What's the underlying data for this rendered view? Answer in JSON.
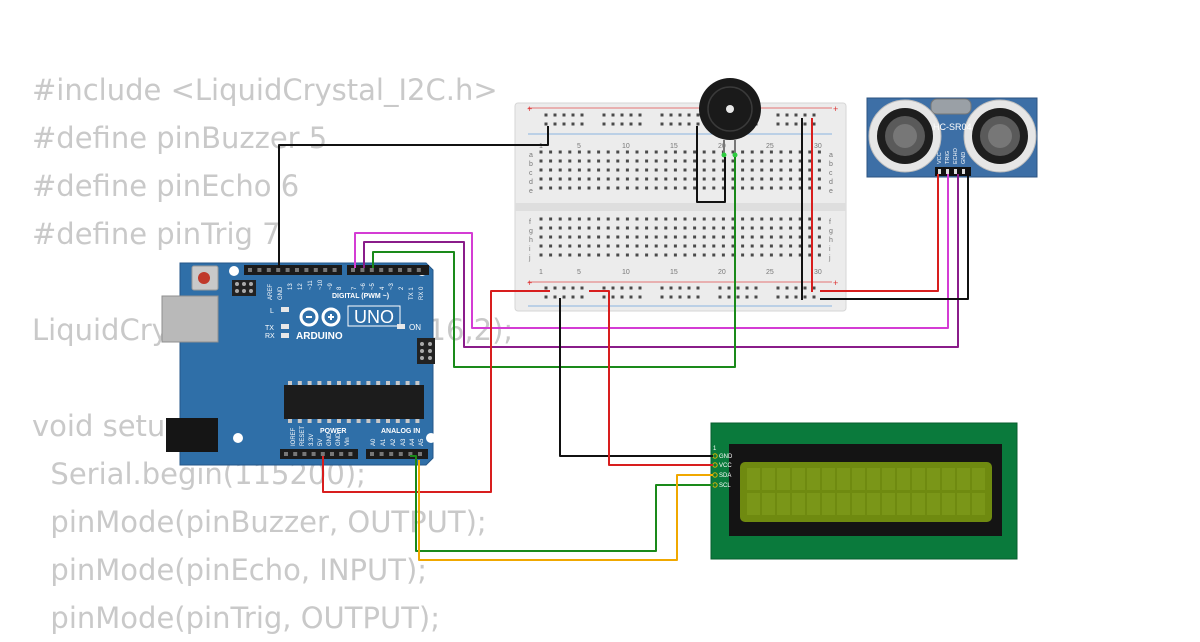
{
  "code_lines": [
    "#include <LiquidCrystal_I2C.h>",
    "#define pinBuzzer 5",
    "#define pinEcho 6",
    "#define pinTrig 7",
    "",
    "LiquidCrystal_I2C lcd(0x27,16,2);",
    "",
    "void setup() {",
    "  Serial.begin(115200);",
    "  pinMode(pinBuzzer, OUTPUT);",
    "  pinMode(pinEcho, INPUT);",
    "  pinMode(pinTrig, OUTPUT);"
  ],
  "arduino": {
    "model": "UNO",
    "brand": "ARDUINO",
    "on_label": "ON",
    "l_label": "L",
    "tx_label": "TX",
    "rx_label": "RX",
    "digital_label": "DIGITAL (PWM ~)",
    "power_label": "POWER",
    "analog_label": "ANALOG IN",
    "top_pins": [
      "AREF",
      "GND",
      "13",
      "12",
      "~11",
      "~10",
      "~9",
      "8",
      "7",
      "~6",
      "~5",
      "4",
      "~3",
      "2",
      "TX 1",
      "RX 0"
    ],
    "bottom_pins": [
      "IOREF",
      "RESET",
      "3.3V",
      "5V",
      "GND",
      "GND",
      "Vin",
      "A0",
      "A1",
      "A2",
      "A3",
      "A4",
      "A5"
    ]
  },
  "breadboard": {
    "column_numbers": [
      "1",
      "5",
      "10",
      "15",
      "20",
      "25",
      "30"
    ],
    "rows_top": [
      "a",
      "b",
      "c",
      "d",
      "e"
    ],
    "rows_bottom": [
      "f",
      "g",
      "h",
      "i",
      "j"
    ]
  },
  "sensor": {
    "model": "HC-SR04",
    "pins": [
      "VCC",
      "TRIG",
      "ECHO",
      "GND"
    ]
  },
  "lcd": {
    "pin1_label": "1",
    "pins": [
      "GND",
      "VCC",
      "SDA",
      "SCL"
    ]
  },
  "colors": {
    "board": "#2f6fa8",
    "breadboard": "#ececec",
    "lcd_pcb": "#0a7a3c",
    "lcd_screen": "#6f8a10",
    "wire_black": "#111111",
    "wire_red": "#d81e1e",
    "wire_magenta": "#d43cd4",
    "wire_purple": "#8a1c8a",
    "wire_green": "#1a8a1a",
    "wire_orange": "#f0a800",
    "code_text": "#c9c9c9"
  }
}
